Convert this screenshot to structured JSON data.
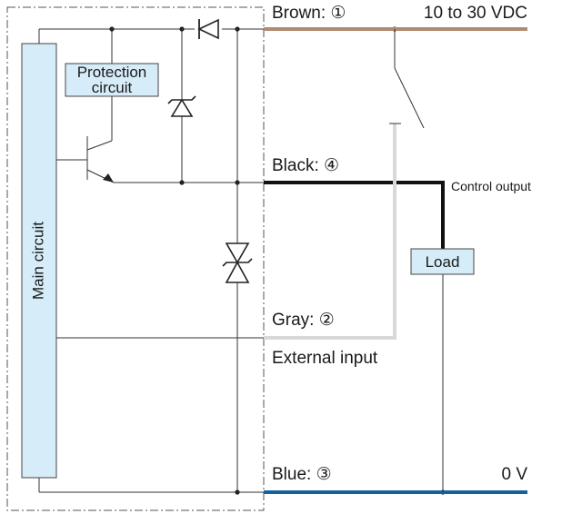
{
  "diagram": {
    "main_circuit_label": "Main circuit",
    "protection_circuit_label_line1": "Protection",
    "protection_circuit_label_line2": "circuit",
    "load_label": "Load",
    "wires": {
      "brown": {
        "label": "Brown: ①",
        "color": "#b08a74"
      },
      "black": {
        "label": "Black: ④",
        "color": "#111111"
      },
      "gray": {
        "label": "Gray: ②",
        "color": "#d8d8d8"
      },
      "blue": {
        "label": "Blue: ③",
        "color": "#1560a0"
      }
    },
    "supply_label": "10 to 30 VDC",
    "ground_label": "0 V",
    "control_output_label": "Control output",
    "external_input_label": "External input",
    "colors": {
      "box_fill": "#d6ecf8",
      "box_stroke": "#444444",
      "line": "#333333"
    }
  }
}
